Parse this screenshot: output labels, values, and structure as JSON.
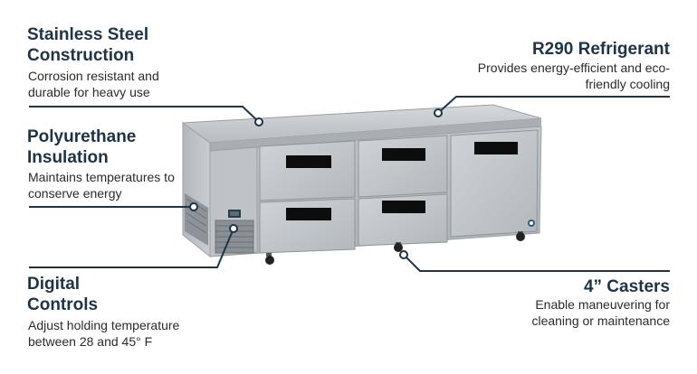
{
  "features": {
    "steel": {
      "title": "Stainless Steel Construction",
      "desc": "Corrosion resistant and durable for heavy use"
    },
    "insulation": {
      "title": "Polyurethane Insulation",
      "desc": "Maintains temperatures to conserve energy"
    },
    "controls": {
      "title": "Digital Controls",
      "desc": "Adjust holding temperature between 28 and 45° F"
    },
    "refrigerant": {
      "title": "R290 Refrigerant",
      "desc": "Provides energy-efficient and eco-friendly cooling"
    },
    "casters": {
      "title": "4” Casters",
      "desc": "Enable maneuvering for cleaning or maintenance"
    }
  },
  "colors": {
    "title": "#1f3347",
    "callout_line": "#1f3347",
    "steel": "#b9bec3"
  }
}
